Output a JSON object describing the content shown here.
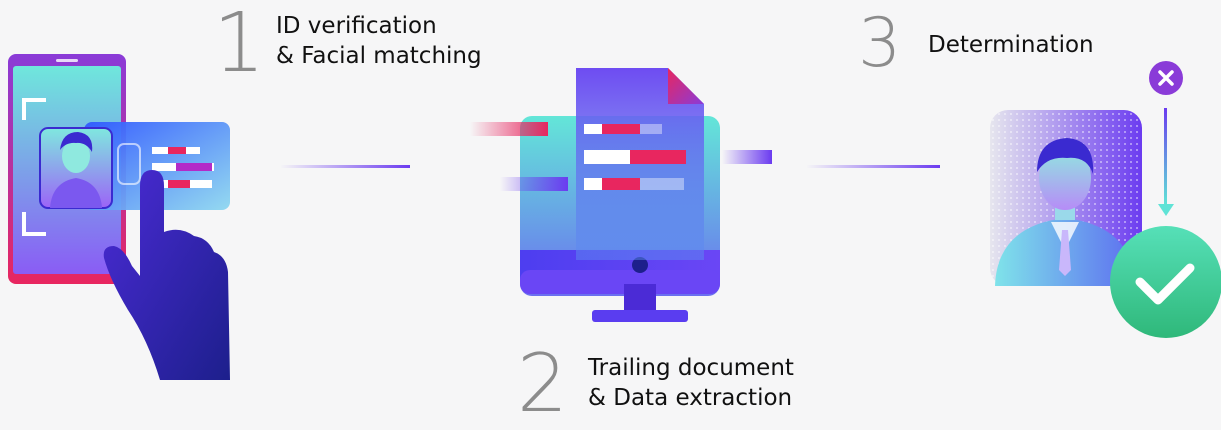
{
  "steps": [
    {
      "number": "1",
      "line1": "ID verification",
      "line2": "& Facial matching"
    },
    {
      "number": "2",
      "line1": "Trailing document",
      "line2": "& Data extraction"
    },
    {
      "number": "3",
      "line1": "Determination",
      "line2": ""
    }
  ],
  "icons": {
    "phone": "phone-with-selfie-icon",
    "id_card": "id-card-icon",
    "hand": "pointing-hand-icon",
    "monitor": "computer-monitor-icon",
    "document": "document-icon",
    "person": "person-portrait-icon",
    "reject": "reject-x-icon",
    "approve": "approve-check-icon"
  },
  "colors": {
    "violet": "#6b3bf0",
    "magenta": "#e8265f",
    "teal": "#5fe3d6",
    "green": "#3ccf8a",
    "grey_number": "#8c8c8c"
  }
}
